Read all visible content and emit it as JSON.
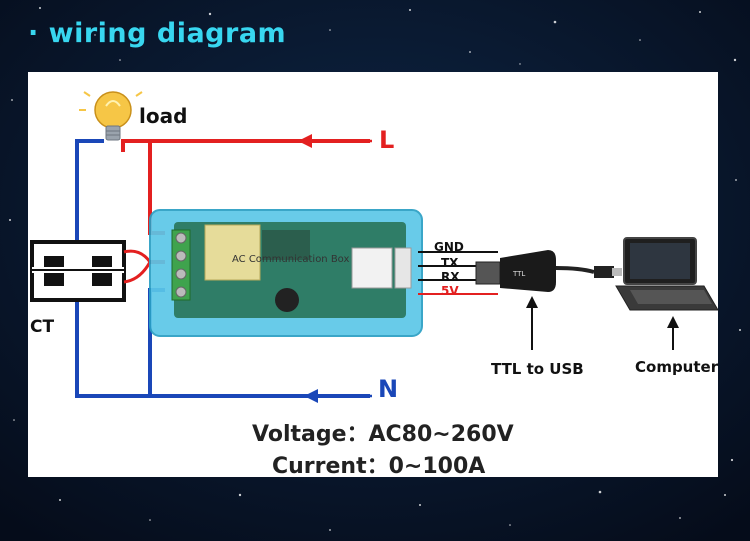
{
  "title": "· wiring diagram",
  "labels": {
    "load": "load",
    "ct": "CT",
    "line": "L",
    "neutral": "N",
    "gnd": "GND",
    "tx": "TX",
    "rx": "RX",
    "v5": "5V",
    "ttl_to_usb": "TTL to USB",
    "computer": "Computer"
  },
  "module_text": "AC Communication Box",
  "specs": {
    "voltage": "Voltage：AC80~260V",
    "current": "Current：0~100A"
  },
  "colors": {
    "title": "#38d7f0",
    "line_wire": "#e32020",
    "neutral_wire": "#1a47b8",
    "module": "#5cc7e8",
    "panel": "#ffffff"
  }
}
